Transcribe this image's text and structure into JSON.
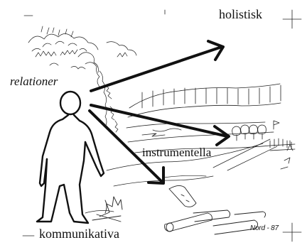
{
  "labels": {
    "holistisk": "holistisk",
    "relationer": "relationer",
    "instrumentella": "instrumentella",
    "kommunikativa": "kommunikativa",
    "signature": "Nord - 87"
  },
  "colors": {
    "ink": "#111111",
    "background": "#ffffff"
  }
}
